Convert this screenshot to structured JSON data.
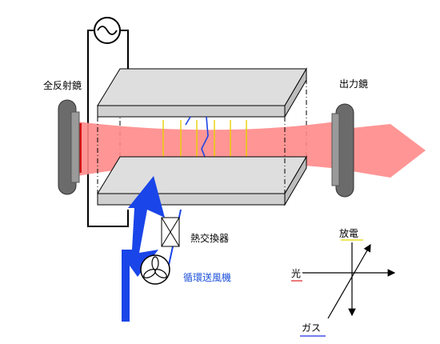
{
  "labels": {
    "total_reflector": "全反射鏡",
    "output_mirror": "出力鏡",
    "heat_exchanger": "熱交換器",
    "circulation_blower": "循環送風機",
    "discharge": "放電",
    "light": "光",
    "gas": "ガス"
  },
  "colors": {
    "beam": "#ff8a8a",
    "beam_core": "#d81414",
    "discharge_arrow": "#f2e26a",
    "gas_flow": "#1a45e8",
    "electrode": "#dedede",
    "mirror": "#6b6b6b",
    "light_underline": "#e02020",
    "gas_underline": "#2030e0",
    "discharge_underline": "#e8d500"
  },
  "icons": {
    "ac_source": "ac-source-icon",
    "fan": "fan-icon",
    "heat_exchanger": "heat-exchanger-icon"
  }
}
